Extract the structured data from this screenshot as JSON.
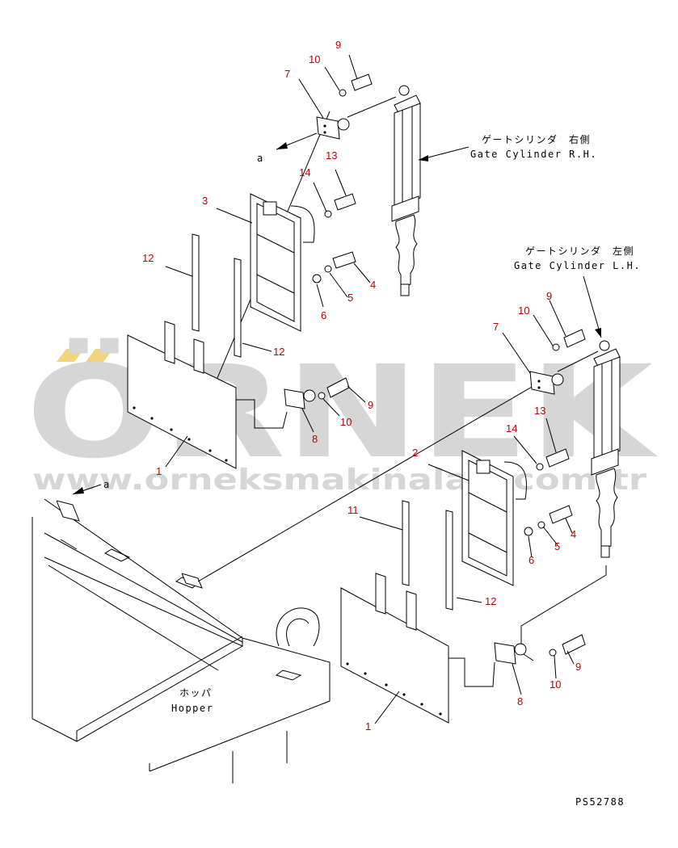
{
  "watermark": {
    "brand": "ÖRNEK",
    "url": "www.orneksmakinalari.com.tr",
    "accent_color": "#f2d47a",
    "gray_color": "#d6d6d6"
  },
  "callouts": {
    "c1a": "1",
    "c1b": "1",
    "c2": "2",
    "c3": "3",
    "c4a": "4",
    "c4b": "4",
    "c5a": "5",
    "c5b": "5",
    "c6a": "6",
    "c6b": "6",
    "c7a": "7",
    "c7b": "7",
    "c8a": "8",
    "c8b": "8",
    "c9a": "9",
    "c9b": "9",
    "c9c": "9",
    "c9d": "9",
    "c10a": "10",
    "c10b": "10",
    "c10c": "10",
    "c10d": "10",
    "c11": "11",
    "c12a": "12",
    "c12b": "12",
    "c12c": "12",
    "c13a": "13",
    "c13b": "13",
    "c14a": "14",
    "c14b": "14"
  },
  "view_marker": "a",
  "gate_cylinder_rh": {
    "jp": "ゲートシリンダ　右側",
    "en": "Gate Cylinder R.H."
  },
  "gate_cylinder_lh": {
    "jp": "ゲートシリンダ　左側",
    "en": "Gate Cylinder L.H."
  },
  "hopper": {
    "jp": "ホッパ",
    "en": "Hopper"
  },
  "drawing_code": "PS52788"
}
